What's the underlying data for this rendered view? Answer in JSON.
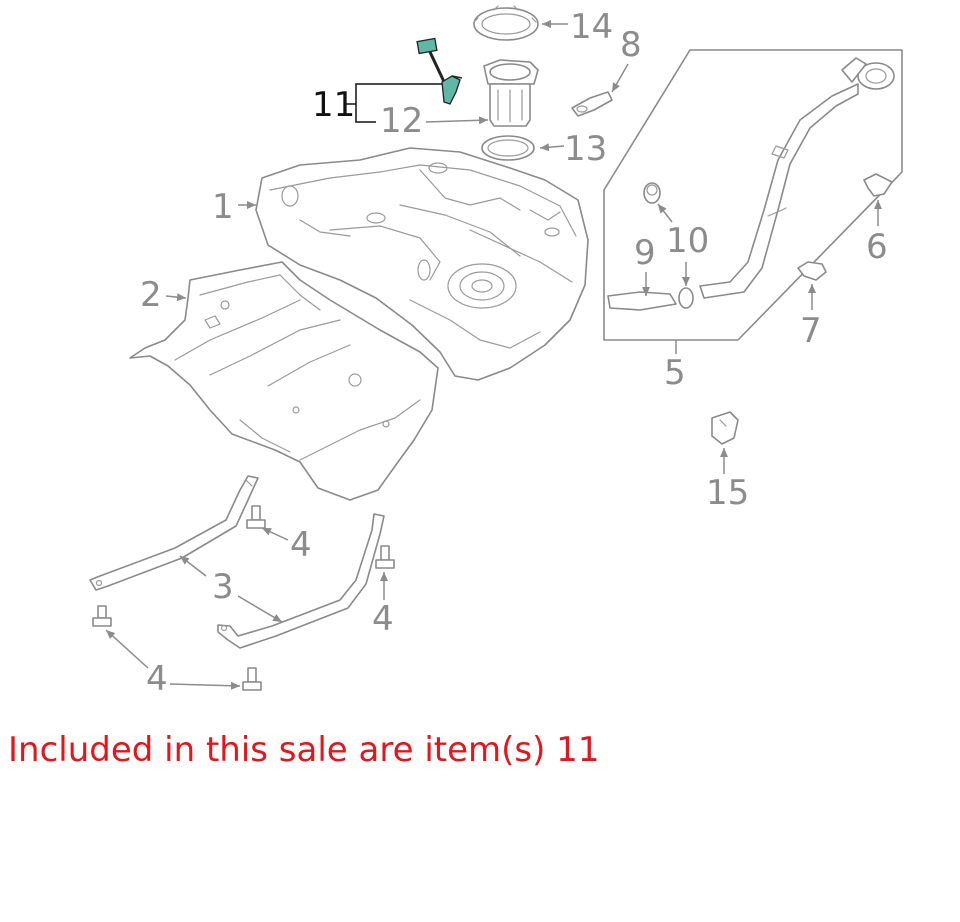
{
  "callouts": {
    "c1": "1",
    "c2": "2",
    "c3": "3",
    "c4a": "4",
    "c4b": "4",
    "c4c": "4",
    "c4d": "4",
    "c5": "5",
    "c6": "6",
    "c7": "7",
    "c8": "8",
    "c9": "9",
    "c10": "10",
    "c11": "11",
    "c12": "12",
    "c13": "13",
    "c14": "14",
    "c15": "15"
  },
  "sale_note": "Included in this sale are item(s) 11",
  "colors": {
    "highlight_part": "#5fb8a6",
    "note_text": "#e8141c",
    "linework": "#8a8a8a"
  }
}
